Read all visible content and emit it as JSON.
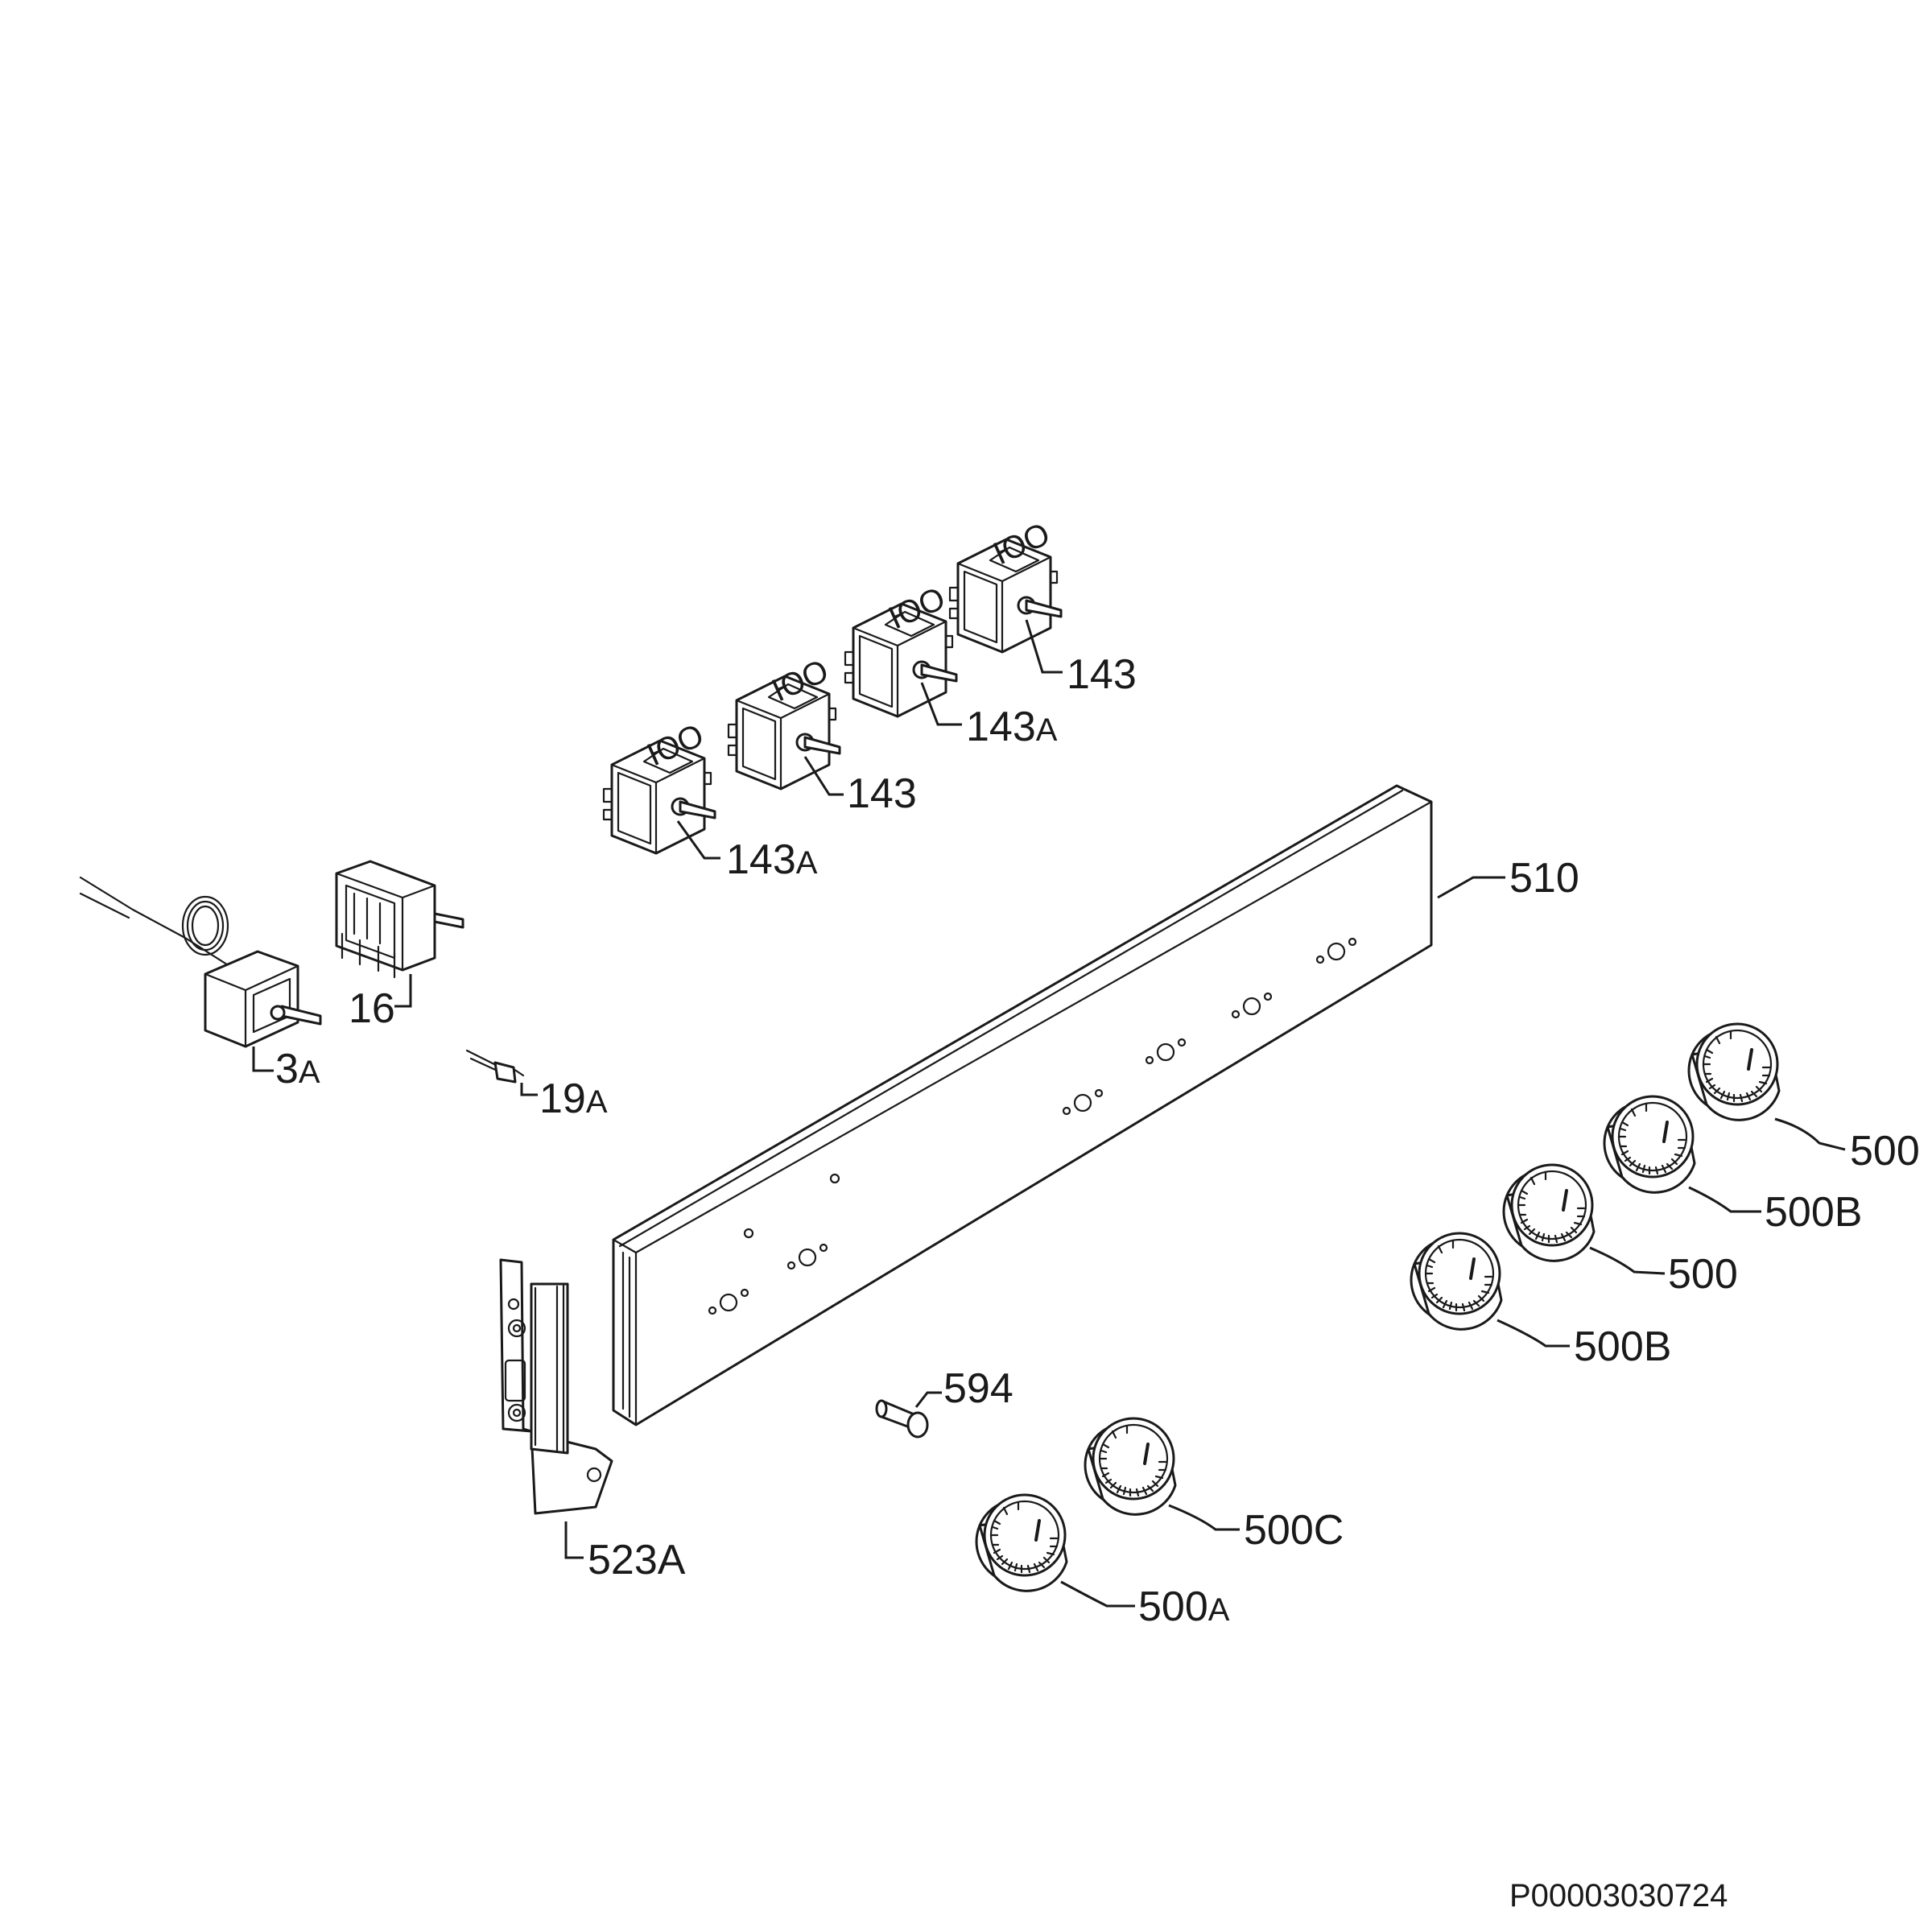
{
  "diagram": {
    "document_code": "P00003030724",
    "labels": {
      "p143_a": "143",
      "p143a_a": "143",
      "p143a_a_suffix": "A",
      "p143_b": "143",
      "p143a_b": "143",
      "p143a_b_suffix": "A",
      "p510": "510",
      "p16": "16",
      "p3a": "3",
      "p3a_suffix": "A",
      "p19a": "19",
      "p19a_suffix": "A",
      "p500_a": "500",
      "p500b_a": "500B",
      "p500_b": "500",
      "p500b_b": "500B",
      "p594": "594",
      "p500c": "500C",
      "p523a": "523A",
      "p500a": "500",
      "p500a_suffix": "A"
    }
  }
}
